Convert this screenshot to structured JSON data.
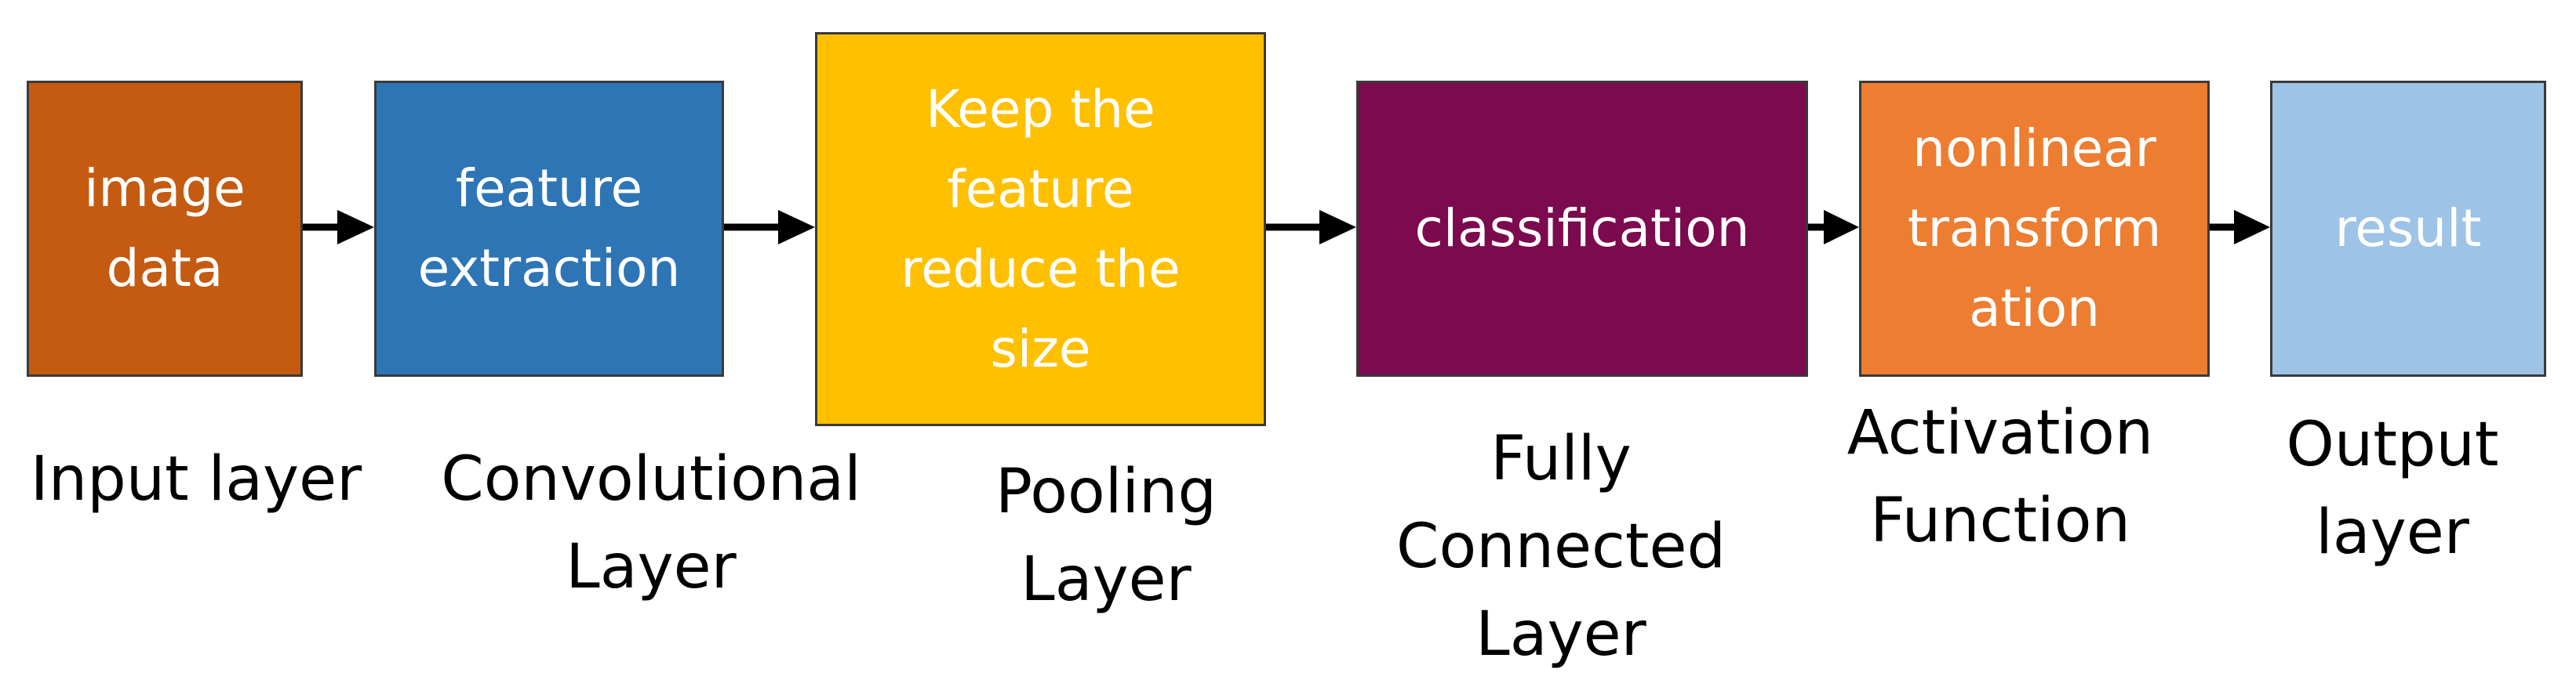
{
  "colors": {
    "input_block": "#C55A11",
    "conv_block": "#2E75B6",
    "pool_block": "#FFC000",
    "fc_block": "#7B0A4E",
    "act_block": "#ED7D31",
    "out_block": "#9DC3E6",
    "arrow": "#000000",
    "caption_text": "#000000",
    "block_text": "#FFFFFF"
  },
  "stages": [
    {
      "block_text": "image\ndata",
      "caption": "Input layer"
    },
    {
      "block_text": "feature\nextraction",
      "caption": "Convolutional\nLayer"
    },
    {
      "block_text": "Keep the\nfeature\nreduce the\nsize",
      "caption": "Pooling\nLayer"
    },
    {
      "block_text": "classification",
      "caption": "Fully\nConnected\nLayer"
    },
    {
      "block_text": "nonlinear\ntransform\nation",
      "caption": "Activation\nFunction"
    },
    {
      "block_text": "result",
      "caption": "Output\nlayer"
    }
  ]
}
